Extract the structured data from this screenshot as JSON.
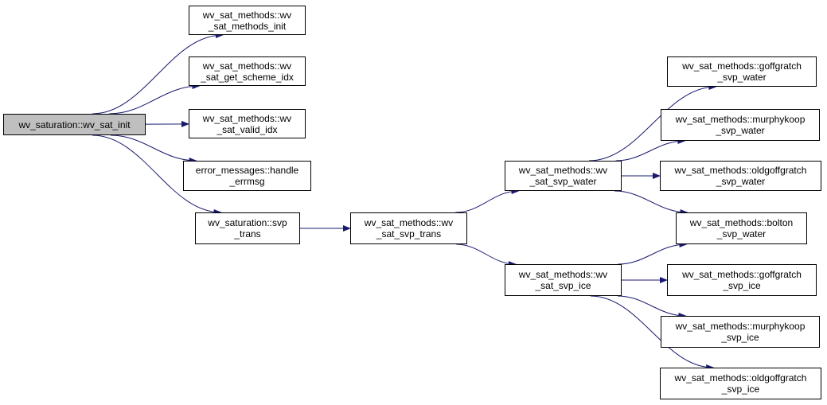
{
  "colors": {
    "root_fill": "#bfbfbf",
    "node_fill": "#ffffff",
    "border": "#000000",
    "edge": "#191970"
  },
  "nodes": {
    "root": {
      "line1": "wv_saturation::wv_sat_init",
      "line2": ""
    },
    "methods_init": {
      "line1": "wv_sat_methods::wv",
      "line2": "_sat_methods_init"
    },
    "get_scheme_idx": {
      "line1": "wv_sat_methods::wv",
      "line2": "_sat_get_scheme_idx"
    },
    "valid_idx": {
      "line1": "wv_sat_methods::wv",
      "line2": "_sat_valid_idx"
    },
    "handle_errmsg": {
      "line1": "error_messages::handle",
      "line2": "_errmsg"
    },
    "svp_trans_sat": {
      "line1": "wv_saturation::svp",
      "line2": "_trans"
    },
    "svp_trans_methods": {
      "line1": "wv_sat_methods::wv",
      "line2": "_sat_svp_trans"
    },
    "svp_water": {
      "line1": "wv_sat_methods::wv",
      "line2": "_sat_svp_water"
    },
    "svp_ice": {
      "line1": "wv_sat_methods::wv",
      "line2": "_sat_svp_ice"
    },
    "goffgratch_water": {
      "line1": "wv_sat_methods::goffgratch",
      "line2": "_svp_water"
    },
    "murphykoop_water": {
      "line1": "wv_sat_methods::murphykoop",
      "line2": "_svp_water"
    },
    "oldgoffgratch_water": {
      "line1": "wv_sat_methods::oldgoffgratch",
      "line2": "_svp_water"
    },
    "bolton_water": {
      "line1": "wv_sat_methods::bolton",
      "line2": "_svp_water"
    },
    "goffgratch_ice": {
      "line1": "wv_sat_methods::goffgratch",
      "line2": "_svp_ice"
    },
    "murphykoop_ice": {
      "line1": "wv_sat_methods::murphykoop",
      "line2": "_svp_ice"
    },
    "oldgoffgratch_ice": {
      "line1": "wv_sat_methods::oldgoffgratch",
      "line2": "_svp_ice"
    }
  },
  "edges": [
    [
      "root",
      "methods_init"
    ],
    [
      "root",
      "get_scheme_idx"
    ],
    [
      "root",
      "valid_idx"
    ],
    [
      "root",
      "handle_errmsg"
    ],
    [
      "root",
      "svp_trans_sat"
    ],
    [
      "svp_trans_sat",
      "svp_trans_methods"
    ],
    [
      "svp_trans_methods",
      "svp_water"
    ],
    [
      "svp_trans_methods",
      "svp_ice"
    ],
    [
      "svp_water",
      "goffgratch_water"
    ],
    [
      "svp_water",
      "murphykoop_water"
    ],
    [
      "svp_water",
      "oldgoffgratch_water"
    ],
    [
      "svp_water",
      "bolton_water"
    ],
    [
      "svp_ice",
      "bolton_water"
    ],
    [
      "svp_ice",
      "goffgratch_ice"
    ],
    [
      "svp_ice",
      "murphykoop_ice"
    ],
    [
      "svp_ice",
      "oldgoffgratch_ice"
    ]
  ]
}
